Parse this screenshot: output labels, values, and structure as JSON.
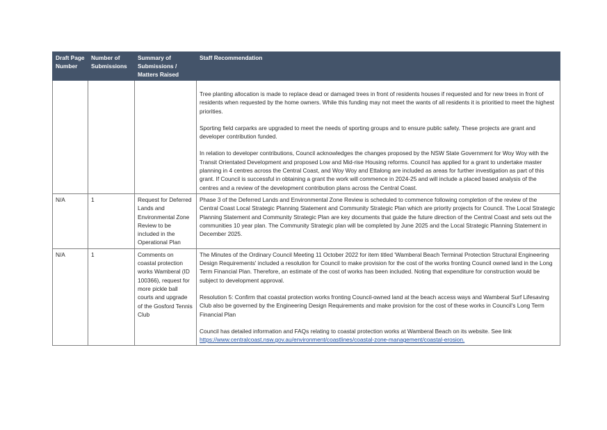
{
  "table": {
    "headers": [
      "Draft Page Number",
      "Number of Submissions",
      "Summary of Submissions / Matters Raised",
      "Staff Recommendation"
    ],
    "rows": [
      {
        "page": "",
        "count": "",
        "summary": "",
        "recommendation": [
          "Tree planting allocation is made to replace dead or damaged trees in front of residents houses if requested and for new trees in front of residents when requested by the home owners. While this funding may not meet the wants of all residents it is prioritied to meet the highest priorities.",
          "Sporting field carparks are upgraded to meet the needs of sporting groups and to ensure public safety. These projects are grant and developer contribution funded.",
          "In relation to developer contributions, Council acknowledges the changes proposed by the NSW State Government for Woy Woy with the Transit Orientated Development and proposed Low and Mid-rise Housing reforms. Council has applied for a grant to undertake master planning in 4 centres across the Central Coast, and Woy Woy and Ettalong are included as areas for further investigation as part of this grant. If Council is successful in obtaining a grant the work will commence in 2024-25 and will include a placed based analysis of the centres and a review of the development contribution plans across the Central Coast."
        ]
      },
      {
        "page": "N/A",
        "count": "1",
        "summary": "Request for Deferred Lands and Environmental Zone Review to be included in the Operational Plan",
        "recommendation": [
          "Phase 3 of the Deferred Lands and Environmental Zone Review is scheduled to commence following completion of the review of the Central Coast Local Strategic Planning Statement and Community Strategic Plan which are priority projects for Council. The Local Strategic Planning Statement and Community Strategic Plan are key documents that guide the future direction of the Central Coast and sets out the communities 10 year plan. The Community Strategic plan will be completed by June 2025 and the Local Strategic Planning Statement in December 2025."
        ]
      },
      {
        "page": "N/A",
        "count": "1",
        "summary": "Comments on coastal protection works Wamberal (ID 100366), request for more pickle ball courts and upgrade of the Gosford Tennis Club",
        "recommendation": [
          "The Minutes of the Ordinary Council Meeting 11 October 2022 for item titled 'Wamberal Beach Terminal Protection Structural Engineering Design Requirements' included a resolution for Council to make provision for the cost of the works fronting Council owned land in the Long Term Financial Plan. Therefore, an estimate of the cost of works has been included. Noting that expenditure for construction would be subject to development approval.",
          "Resolution 5: Confirm that coastal protection works fronting Council-owned land at the beach access ways and Wamberal Surf Lifesaving Club also be governed by the Engineering Design Requirements and make provision for the cost of these works in Council's Long Term Financial Plan",
          "Council has detailed information and FAQs relating to coastal protection works at Wamberal Beach on its website. See link"
        ],
        "link": "https://www.centralcoast.nsw.gov.au/environment/coastlines/coastal-zone-management/coastal-erosion."
      }
    ]
  }
}
